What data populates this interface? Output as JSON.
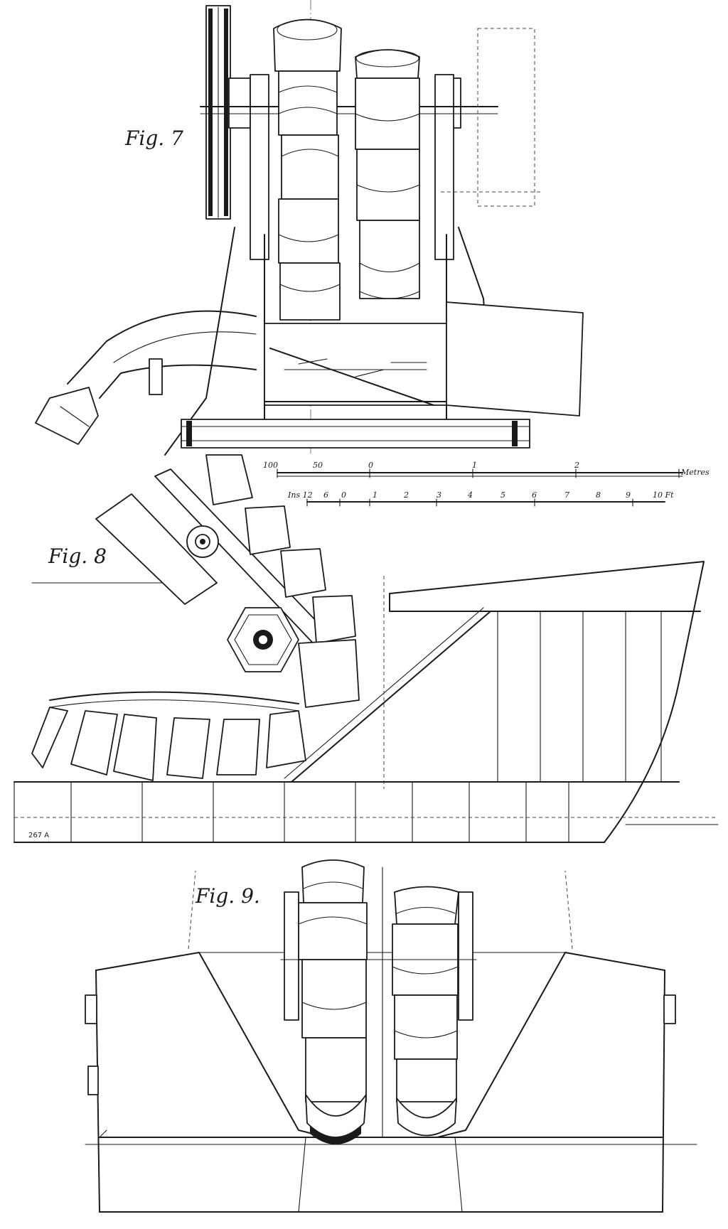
{
  "figures": {
    "fig7": {
      "label": "Fig. 7"
    },
    "fig8": {
      "label": "Fig. 8"
    },
    "fig9": {
      "label": "Fig. 9."
    }
  },
  "scales": {
    "metres": {
      "ticks": [
        "100",
        "50",
        "0",
        "1",
        "2"
      ],
      "unit": "Metres"
    },
    "inches": {
      "ticks": [
        "Ins 12",
        "6",
        "0",
        "1",
        "2",
        "3",
        "4",
        "5",
        "6",
        "7",
        "8",
        "9",
        "10 Ft"
      ]
    }
  },
  "plate_mark": "267 A"
}
